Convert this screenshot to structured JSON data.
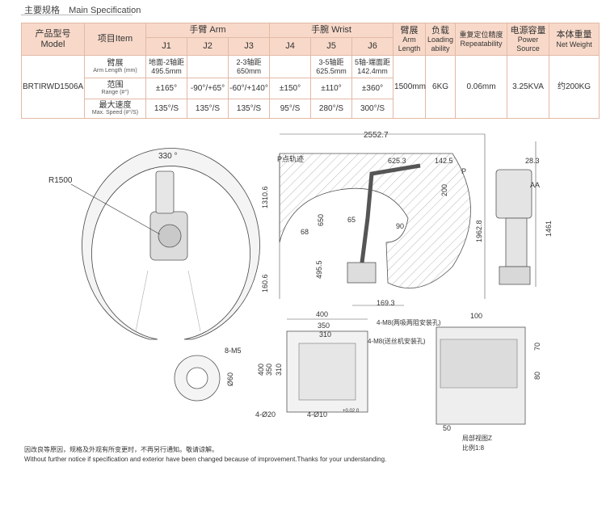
{
  "header": {
    "title_cn": "主要规格",
    "title_en": "Main Specification"
  },
  "table": {
    "col_model_cn": "产品型号",
    "col_model_en": "Model",
    "col_item": "项目Item",
    "arm_group": "手臂 Arm",
    "wrist_group": "手腕 Wrist",
    "joints": [
      "J1",
      "J2",
      "J3",
      "J4",
      "J5",
      "J6"
    ],
    "col_reach_cn": "臂展",
    "col_reach_en": "Arm Length",
    "col_load_cn": "负载",
    "col_load_en": "Loading ability",
    "col_repeat_cn": "重复定位精度",
    "col_repeat_en": "Repeatability",
    "col_power_cn": "电源容量",
    "col_power_en": "Power Source",
    "col_weight_cn": "本体重量",
    "col_weight_en": "Net Weight",
    "model": "BRTIRWD1506A",
    "row_arm_cn": "臂展",
    "row_arm_en": "Arm Length (mm)",
    "row_range_cn": "范围",
    "row_range_en": "Range (#°)",
    "row_speed_cn": "最大速度",
    "row_speed_en": "Max. Speed (#°/S)",
    "arm_j1_a": "地面-2轴距",
    "arm_j1_b": "495.5mm",
    "arm_j3_a": "2-3轴距",
    "arm_j3_b": "650mm",
    "arm_j5_a": "3-5轴距",
    "arm_j5_b": "625.5mm",
    "arm_j6_a": "5轴-端面距",
    "arm_j6_b": "142.4mm",
    "range": [
      "±165°",
      "-90°/+65°",
      "-60°/+140°",
      "±150°",
      "±110°",
      "±360°"
    ],
    "speed": [
      "135°/S",
      "135°/S",
      "135°/S",
      "95°/S",
      "280°/S",
      "300°/S"
    ],
    "reach": "1500mm",
    "load": "6KG",
    "repeat": "0.06mm",
    "power": "3.25KVA",
    "weight": "约200KG"
  },
  "drawing": {
    "angle_330": "330 °",
    "r1500": "R1500",
    "dim_2552": "2552.7",
    "p_track": "P点轨迹",
    "dim_625": "625.3",
    "dim_142": "142.5",
    "label_p": "P",
    "dim_200": "200",
    "dim_1310": "1310.6",
    "dim_650": "650",
    "dim_65": "65",
    "dim_68": "68",
    "dim_90": "90",
    "dim_1962": "1962.8",
    "dim_495": "495.5",
    "dim_160": "160.6",
    "dim_169": "169.3",
    "dim_28": "28.3",
    "label_aa": "AA",
    "dim_1461": "1461",
    "dim_400_top": "400",
    "dim_350_top": "350",
    "dim_310_top": "310",
    "dim_400_side": "400",
    "dim_350_side": "350",
    "dim_310_side": "310",
    "hole_4_20": "4-Ø20",
    "hole_4_10": "4-Ø10",
    "tol": "+0.02\n0",
    "m5": "8-M5",
    "d60": "Ø60",
    "m8a": "4-M8(两吸两阻安装孔)",
    "m8b": "4-M8(送丝机安装孔)",
    "dim_100": "100",
    "dim_70": "70",
    "dim_80": "80",
    "dim_50": "50",
    "detail": "局部视图Z",
    "scale": "比例1:8"
  },
  "footer": {
    "cn": "因改良等原因，规格及外观有所变更时，不再另行通知。敬请谅解。",
    "en": "Without further notice if specification and exterior have been changed because of improvement.Thanks for your understanding."
  }
}
